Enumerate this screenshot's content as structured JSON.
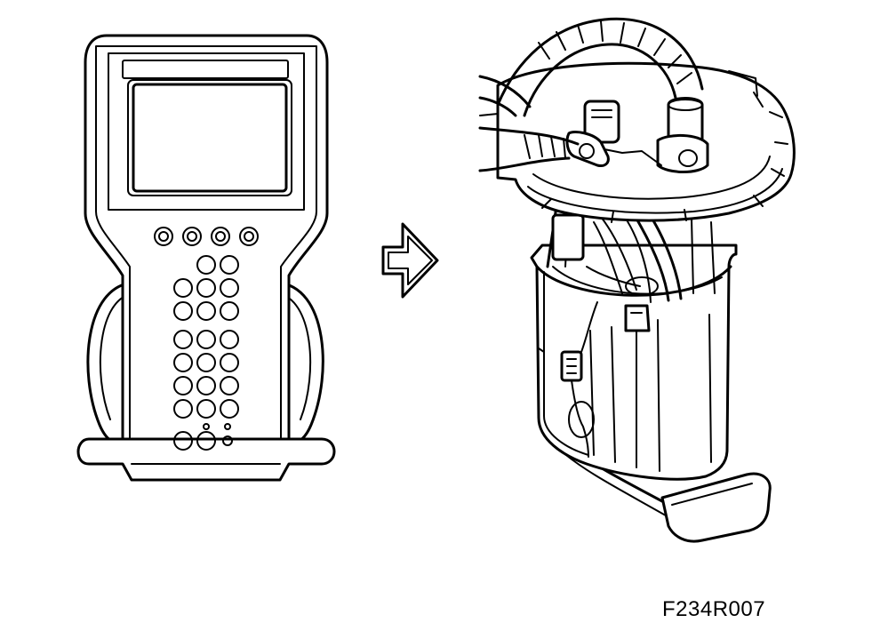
{
  "figure": {
    "reference_code": "F234R007"
  },
  "keypad": {
    "function_keys": 4,
    "rows": [
      2,
      3,
      3,
      3,
      3,
      3,
      3
    ]
  }
}
